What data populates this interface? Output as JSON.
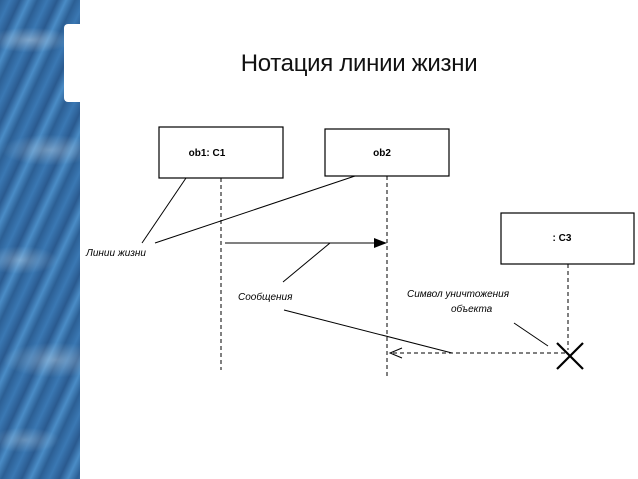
{
  "title": "Нотация линии жизни",
  "objects": [
    {
      "label": "ob1: C1"
    },
    {
      "label": "ob2"
    },
    {
      "label": ": C3"
    }
  ],
  "annotations": {
    "lifeline": "Линии жизни",
    "messages": "Сообщения",
    "destruction_line1": "Символ уничтожения",
    "destruction_line2": "объекта"
  },
  "colors": {
    "band": "#2f68a3",
    "ink": "#000000"
  }
}
